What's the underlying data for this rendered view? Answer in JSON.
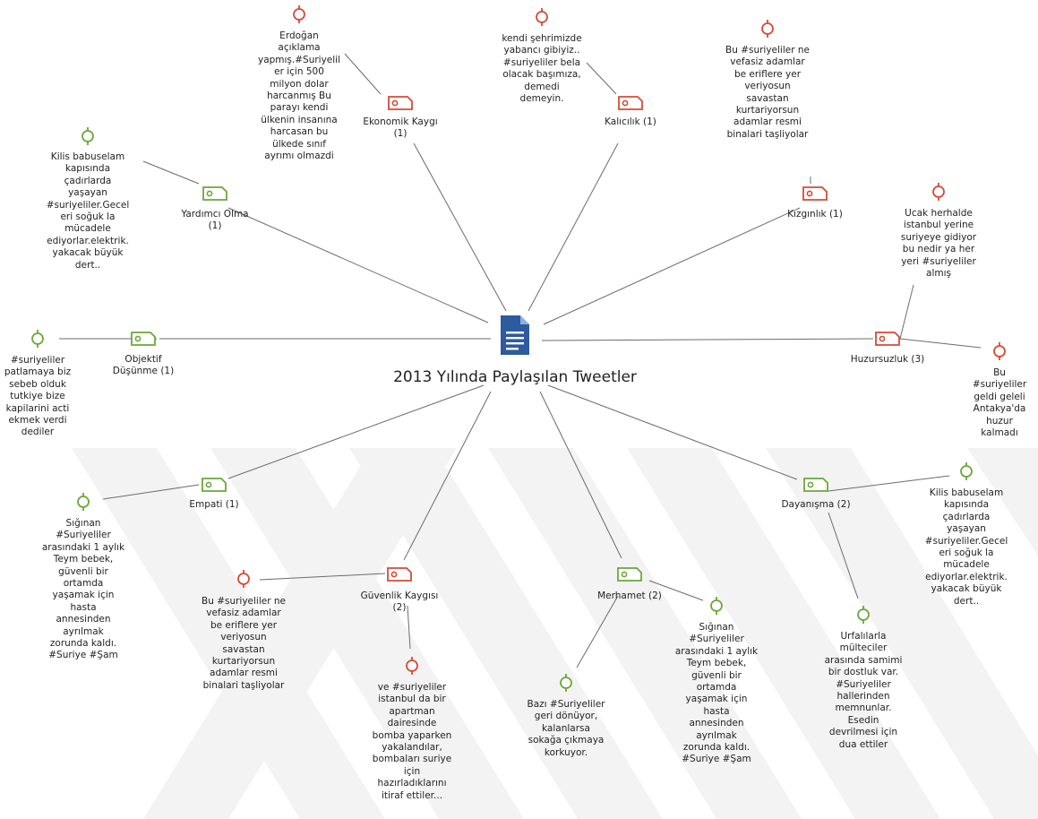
{
  "title": "2013 Yılında Paylaşılan Tweetler",
  "colors": {
    "positive": "#6aa83a",
    "negative": "#d64a37",
    "document": "#2e5b9e",
    "line": "#6b6b6b"
  },
  "codes": [
    {
      "id": "ekonomik",
      "label": "Ekonomik Kaygı\n(1)",
      "sentiment": "negative"
    },
    {
      "id": "kalicilik",
      "label": "Kalıcılık (1)",
      "sentiment": "negative"
    },
    {
      "id": "kizginlik",
      "label": "Kızgınlık (1)",
      "sentiment": "negative"
    },
    {
      "id": "yardimci",
      "label": "Yardımcı Olma\n(1)",
      "sentiment": "positive"
    },
    {
      "id": "objektif",
      "label": "Objektif\nDüşünme (1)",
      "sentiment": "positive"
    },
    {
      "id": "huzursuzluk",
      "label": "Huzursuzluk (3)",
      "sentiment": "negative"
    },
    {
      "id": "empati",
      "label": "Empati (1)",
      "sentiment": "positive"
    },
    {
      "id": "guvenlik",
      "label": "Güvenlik Kaygısı\n(2)",
      "sentiment": "negative"
    },
    {
      "id": "merhamet",
      "label": "Merhamet (2)",
      "sentiment": "positive"
    },
    {
      "id": "dayanisma",
      "label": "Dayanışma (2)",
      "sentiment": "positive"
    }
  ],
  "quotes": [
    {
      "id": "q_erdogan",
      "code": "ekonomik",
      "sentiment": "negative",
      "text": "Erdoğan\naçıklama\nyapmış.#Suriyelil\ner için 500\nmilyon dolar\nharcanmış Bu\nparayı kendi\nülkenin insanına\nharcasan bu\nülkede sınıf\nayrımı olmazdi"
    },
    {
      "id": "q_kendi",
      "code": "kalicilik",
      "sentiment": "negative",
      "text": "kendi şehrimizde\nyabancı gibiyiz..\n#suriyeliler bela\nolacak başımıza,\ndemedi\ndemeyin."
    },
    {
      "id": "q_vefasiz1",
      "code": "kizginlik",
      "sentiment": "negative",
      "text": "Bu #suriyeliler ne\nvefasiz adamlar\nbe eriflere yer\nveriyosun\nsavastan\nkurtariyorsun\nadamlar resmi\nbinalari taşliyolar"
    },
    {
      "id": "q_kilis1",
      "code": "yardimci",
      "sentiment": "positive",
      "text": "Kilis babuselam\nkapısında\nçadırlarda\nyaşayan\n#suriyeliler.Gecel\neri soğuk la\nmücadele\nediyorlar.elektrik.\nyakacak büyük\ndert.."
    },
    {
      "id": "q_ucak",
      "code": "huzursuzluk",
      "sentiment": "negative",
      "text": "Ucak herhalde\nistanbul yerine\nsuriyeye gidiyor\nbu nedir ya her\nyeri #suriyeliler\nalmış"
    },
    {
      "id": "q_patlama",
      "code": "objektif",
      "sentiment": "positive",
      "text": "#suriyeliler\npatlamaya biz\nsebeb olduk\ntutkiye bize\nkapilarini acti\nekmek verdi\ndediler"
    },
    {
      "id": "q_antakya",
      "code": "huzursuzluk",
      "sentiment": "negative",
      "text": "Bu #suriyeliler\ngeldi geleli\nAntakya'da\nhuzur kalmadı"
    },
    {
      "id": "q_siginan1",
      "code": "empati",
      "sentiment": "positive",
      "text": "Sığınan\n#Suriyeliler\narasındaki 1 aylık\nTeym bebek,\ngüvenli bir\nortamda\nyaşamak için\nhasta\nannesinden\nayrılmak\nzorunda kaldı.\n#Suriye #Şam"
    },
    {
      "id": "q_vefasiz2",
      "code": "guvenlik",
      "sentiment": "negative",
      "text": "Bu #suriyeliler ne\nvefasiz adamlar\nbe eriflere yer\nveriyosun\nsavastan\nkurtariyorsun\nadamlar resmi\nbinalari taşliyolar"
    },
    {
      "id": "q_bomba",
      "code": "guvenlik",
      "sentiment": "negative",
      "text": "ve #suriyeliler\nistanbul da bir\napartman\ndairesinde\nbomba yaparken\nyakalandılar,\nbombaları suriye\niçin\nhazırladıklarını\nitiraf ettiler..."
    },
    {
      "id": "q_bazi",
      "code": "merhamet",
      "sentiment": "positive",
      "text": "Bazı #Suriyeliler\ngeri dönüyor,\nkalanlarsa\nsokağa çıkmaya\nkorkuyor."
    },
    {
      "id": "q_siginan2",
      "code": "merhamet",
      "sentiment": "positive",
      "text": "Sığınan\n#Suriyeliler\narasındaki 1 aylık\nTeym bebek,\ngüvenli bir\nortamda\nyaşamak için\nhasta\nannesinden\nayrılmak\nzorunda kaldı.\n#Suriye #Şam"
    },
    {
      "id": "q_urfa",
      "code": "dayanisma",
      "sentiment": "positive",
      "text": "Urfalılarla\nmülteciler\narasında samimi\nbir dostluk var.\n#Suriyeliler\nhallerinden\nmemnunlar.\nEsedin\ndevrilmesi için\ndua ettiler"
    },
    {
      "id": "q_kilis2",
      "code": "dayanisma",
      "sentiment": "positive",
      "text": "Kilis babuselam\nkapısında\nçadırlarda\nyaşayan\n#suriyeliler.Gecel\neri soğuk la\nmücadele\nediyorlar.elektrik.\nyakacak büyük\ndert.."
    }
  ]
}
